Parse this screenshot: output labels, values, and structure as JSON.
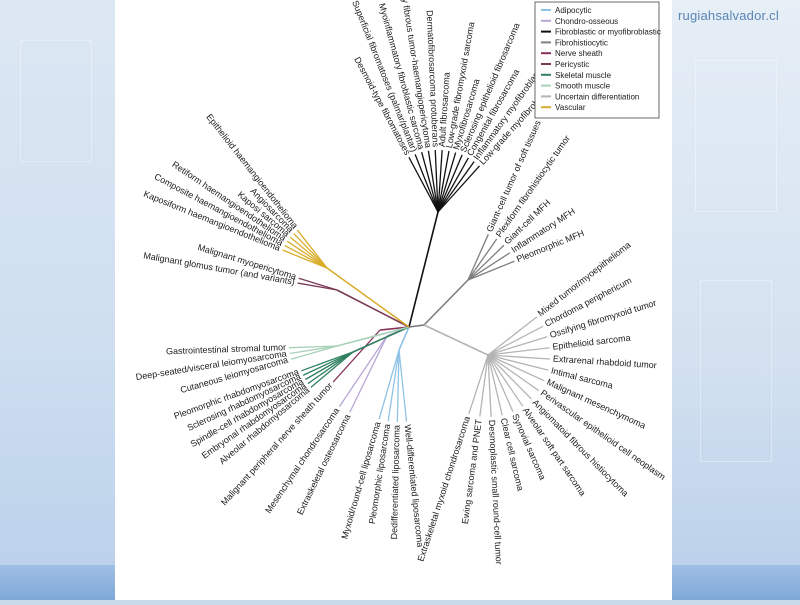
{
  "watermark": "rugiahsalvador.cl",
  "colors": {
    "Adipocytic": "#8ec3e6",
    "Chondro-osseous": "#b7a6d8",
    "Fibroblastic or myofibroblastic": "#111111",
    "Fibrohistiocytic": "#7e7e7e",
    "Nerve sheath": "#8a2f5c",
    "Pericystic": "#7a3a55",
    "Skeletal muscle": "#2f7f60",
    "Smooth muscle": "#a8d2b8",
    "Uncertain differentiation": "#b4b4b4",
    "Vascular": "#d9ad2b"
  },
  "legend": [
    "Adipocytic",
    "Chondro-osseous",
    "Fibroblastic or myofibroblastic",
    "Fibrohistiocytic",
    "Nerve sheath",
    "Pericystic",
    "Skeletal muscle",
    "Smooth muscle",
    "Uncertain differentiation",
    "Vascular"
  ],
  "groups": [
    {
      "cat": "Fibroblastic or myofibroblastic",
      "leaves": [
        "Desmoid-type fibromatoses",
        "Superficial fibromatoses (palmar/plantar)",
        "Myoinflammatory fibroblastic sarcoma",
        "Solitary fibrous tumor-haemangiopericytoma",
        "Dermatofibrosarcoma protuberans",
        "Adult fibrosarcoma",
        "Low-grade fibromyxoid sarcoma",
        "Myxofibrosarcoma",
        "Sclerosing epithelioid fibrosarcoma",
        "Congenital fibrosarcoma",
        "Inflammatory myofibroblastic tumor",
        "Low-grade myofibroblastic sarcoma"
      ]
    },
    {
      "cat": "Fibrohistiocytic",
      "leaves": [
        "Giant-cell tumor of soft tissues",
        "Plexiform fibrohistiocytic tumor",
        "Giant-cell MFH",
        "Inflammatory MFH",
        "Pleomorphic MFH"
      ]
    },
    {
      "cat": "Uncertain differentiation",
      "leaves": [
        "Mixed tumor/myoepithelioma",
        "Chordoma periphericum",
        "Ossifying fibromyxoid tumor",
        "Epithelioid sarcoma",
        "Extrarenal rhabdoid tumor",
        "Intimal sarcoma",
        "Malignant mesenchymoma",
        "Perivascular epithelioid cell neoplasm",
        "Angiomatoid fibrous histiocytoma",
        "Alveolar soft part sarcoma",
        "Synovial sarcoma",
        "Clear cell sarcoma",
        "Desmoplastic small round-cell tumor",
        "Ewing sarcoma and PNET",
        "Extraskeletal myxoid chondrosarcoma"
      ]
    },
    {
      "cat": "Adipocytic",
      "leaves": [
        "Well-differentiated liposarcoma",
        "Dedifferentiated liposarcoma",
        "Pleomorphic liposarcoma",
        "Myxoid/round-cell liposarcoma"
      ]
    },
    {
      "cat": "Chondro-osseous",
      "leaves": [
        "Extraskeletal osteosarcoma",
        "Mesenchymal chondrosarcoma"
      ]
    },
    {
      "cat": "Nerve sheath",
      "leaves": [
        "Malignant peripheral nerve sheath tumor"
      ]
    },
    {
      "cat": "Skeletal muscle",
      "leaves": [
        "Alveolar rhabdomyosarcoma",
        "Embryonal rhabdomyosarcoma",
        "Spindle-cell rhabdomyosarcoma",
        "Sclerosing rhabdomyosarcoma",
        "Pleomorphic rhabdomyosarcoma"
      ]
    },
    {
      "cat": "Smooth muscle",
      "leaves": [
        "Cutaneous leiomyosarcoma",
        "Deep-seated/visceral leiomyosarcoma",
        "Gastrointestinal stromal tumor"
      ]
    },
    {
      "cat": "Pericystic",
      "leaves": [
        "Malignant glomus tumor (and variants)",
        "Malignant myopericytoma"
      ]
    },
    {
      "cat": "Vascular",
      "leaves": [
        "Kaposiform haemangioendothelioma",
        "Composite haemangioendothelioma",
        "Retiform haemangioendothelioma",
        "Kaposi sarcoma",
        "Angiosarcoma",
        "Epithelioid haemangioendothelioma"
      ]
    }
  ]
}
